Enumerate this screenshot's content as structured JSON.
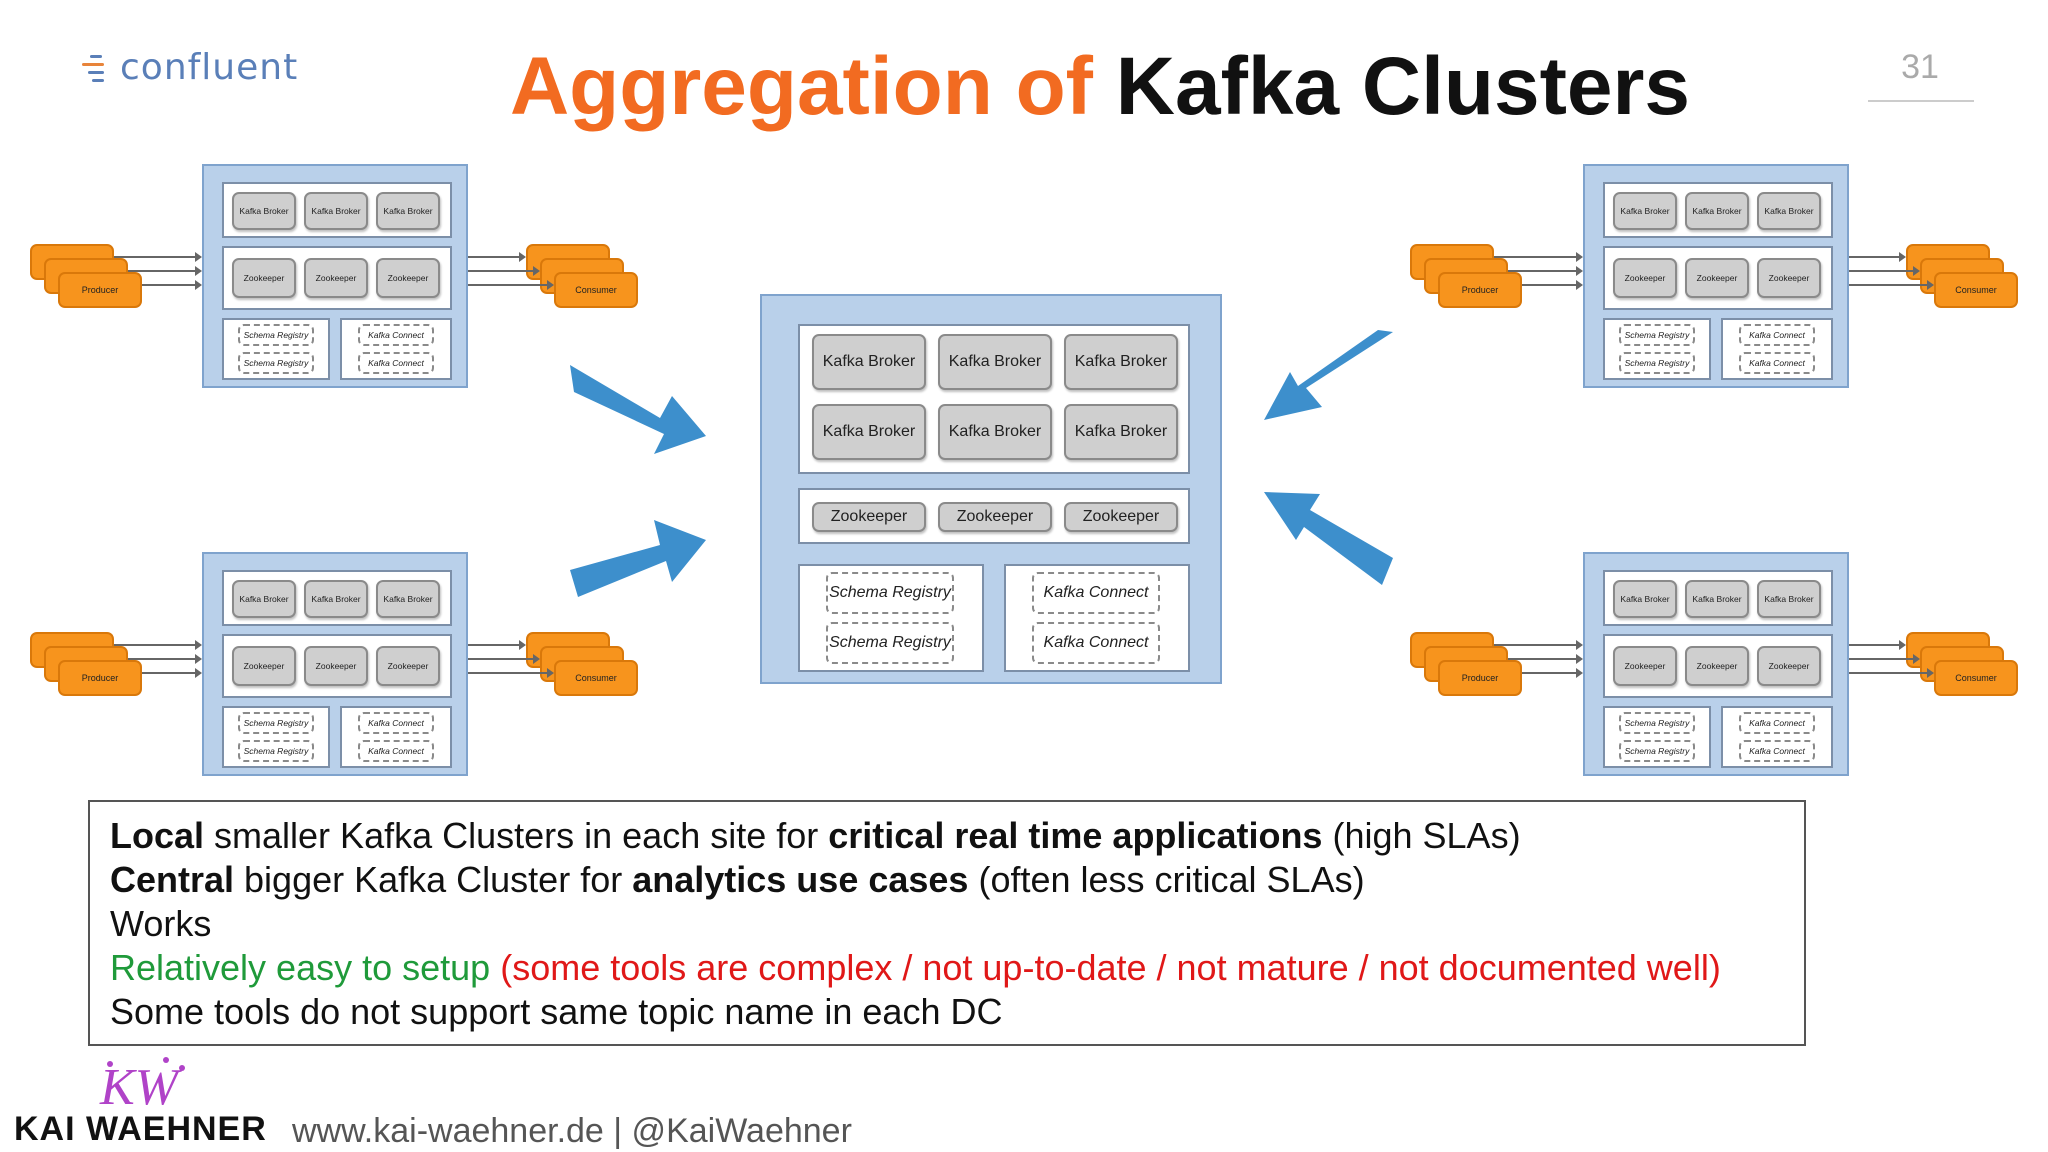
{
  "header": {
    "logo_text": "confluent",
    "title_part1": "Aggregation of",
    "title_part2": "Kafka Clusters",
    "page_number": "31"
  },
  "labels": {
    "kafka_broker": "Kafka Broker",
    "zookeeper": "Zookeeper",
    "schema_registry": "Schema Registry",
    "kafka_connect": "Kafka Connect",
    "producer": "Producer",
    "consumer": "Consumer"
  },
  "text_box": {
    "line1": {
      "b1": "Local",
      "t1": " smaller Kafka Clusters in each site for ",
      "b2": "critical real time applications",
      "t2": " (high SLAs)"
    },
    "line2": {
      "b1": "Central",
      "t1": " bigger Kafka Cluster for ",
      "b2": "analytics use cases",
      "t2": " (often less critical SLAs)"
    },
    "line3": "Works",
    "line4_green": "Relatively easy to setup ",
    "line4_red": "(some tools are complex / not up-to-date / not mature / not documented well)",
    "line5": "Some tools do not support same topic name in each DC"
  },
  "footer": {
    "logo_letters": "KW",
    "name": "KAI WAEHNER",
    "url": "www.kai-waehner.de | @KaiWaehner"
  },
  "colors": {
    "title_orange": "#f26b21",
    "cluster_blue": "#b9d0ea",
    "arrow_blue": "#3d8fcc",
    "producer_orange": "#f7941d",
    "green": "#1f9a3a",
    "red": "#e01818"
  }
}
